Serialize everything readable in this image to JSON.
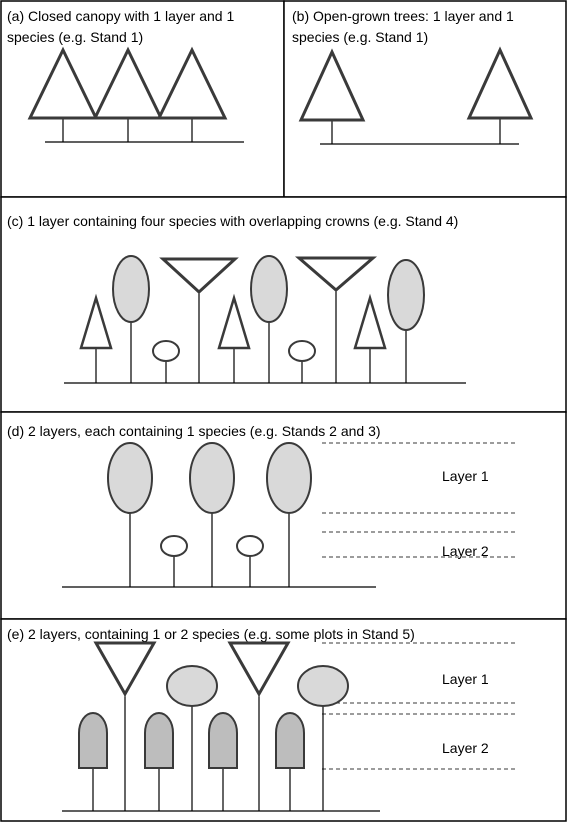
{
  "panels": {
    "a": {
      "line1": "(a) Closed canopy with 1 layer and 1",
      "line2": "species (e.g. Stand 1)"
    },
    "b": {
      "line1": "(b) Open-grown trees: 1 layer and 1",
      "line2": "species (e.g. Stand 1)"
    },
    "c": {
      "line1": "(c) 1 layer containing four species with overlapping crowns (e.g. Stand 4)"
    },
    "d": {
      "line1": "(d) 2 layers, each containing 1 species (e.g. Stands 2 and 3)",
      "layer1": "Layer 1",
      "layer2": "Layer 2"
    },
    "e": {
      "line1": "(e) 2 layers, containing 1 or 2 species (e.g. some plots in Stand 5)",
      "layer1": "Layer 1",
      "layer2": "Layer 2"
    }
  },
  "colors": {
    "frame": "#000000",
    "outline": "#3a3a3a",
    "crown_fill_light": "#d9d9d9",
    "crown_fill_mid": "#bdbdbd"
  }
}
